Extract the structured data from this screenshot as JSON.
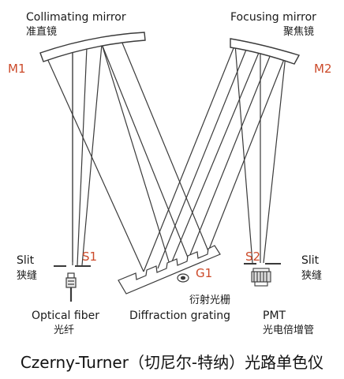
{
  "labels": {
    "collimating_en": "Collimating mirror",
    "collimating_zh": "准直镜",
    "focusing_en": "Focusing mirror",
    "focusing_zh": "聚焦镜",
    "m1": "M1",
    "m2": "M2",
    "slit_left_en": "Slit",
    "slit_left_zh": "狭缝",
    "slit_right_en": "Slit",
    "slit_right_zh": "狭缝",
    "s1": "S1",
    "s2": "S2",
    "g1": "G1",
    "fiber_en": "Optical fiber",
    "fiber_zh": "光纤",
    "grating_en": "Diffraction grating",
    "grating_zh": "衍射光栅",
    "pmt_en": "PMT",
    "pmt_zh": "光电倍增管"
  },
  "caption": "Czerny-Turner（切尼尔-特纳）光路单色仪",
  "colors": {
    "line": "#3a3a3a",
    "accent_label": "#cc4a2a",
    "text": "#1a1a1a"
  }
}
